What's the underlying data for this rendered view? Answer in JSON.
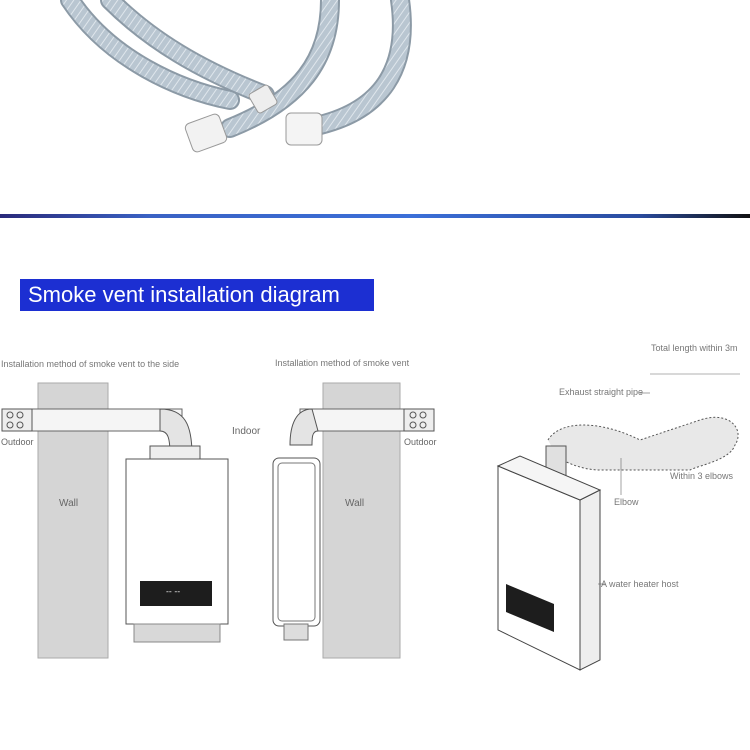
{
  "title": "Smoke vent installation diagram",
  "panels": {
    "side": {
      "caption": "Installation method of smoke vent to the side",
      "outdoor": "Outdoor",
      "indoor": "Indoor",
      "wall": "Wall"
    },
    "top": {
      "caption": "Installation method of smoke vent",
      "outdoor": "Outdoor",
      "wall": "Wall"
    },
    "perspective": {
      "total_length": "Total length within 3m",
      "exhaust_pipe": "Exhaust straight pipe",
      "elbows": "Within 3 elbows",
      "elbow": "Elbow",
      "host": "A water heater host"
    }
  },
  "colors": {
    "banner": "#1c2fd2",
    "wall": "#d5d5d5",
    "hose": "#aebcc8"
  }
}
